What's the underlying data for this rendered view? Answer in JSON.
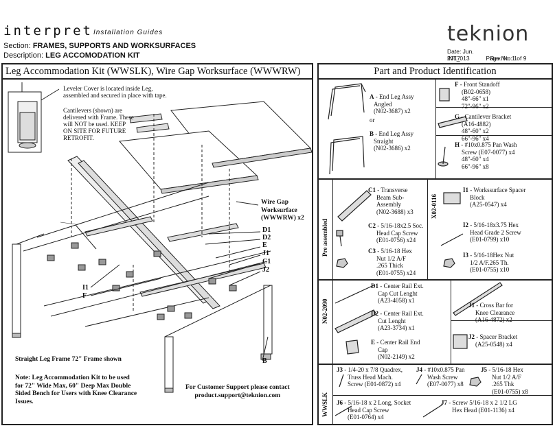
{
  "header": {
    "brand": "interpret",
    "brand_sub": "Installation Guides",
    "section_label": "Section:",
    "section_value": "FRAMES, SUPPORTS AND WORKSURFACES",
    "description_label": "Description:",
    "description_value": "LEG ACCOMODATION KIT",
    "logo": "teknion",
    "date": "Date: Jun. 2017",
    "page": "Page No: 1 of 9",
    "doc_id": "INT_013",
    "rev": "Rev. No: 1"
  },
  "left_panel": {
    "title": "Leg Accommodation Kit (WWSLK), Wire Gap Worksurface (WWWRW)",
    "leveler_note": [
      "Leveler Cover is located inside Leg,",
      "assembled and secured in place with tape."
    ],
    "cantilever_note": [
      "Cantilevers (shown) are",
      "delivered with Frame. These",
      "will NOT be used. KEEP",
      "ON SITE FOR FUTURE",
      "RETROFIT."
    ],
    "wire_gap_label": [
      "Wire Gap",
      "Worksurface",
      "(WWWRW) x2"
    ],
    "callouts": [
      "D1",
      "D2",
      "E",
      "J1",
      "C1",
      "J2",
      "I1",
      "F",
      "B"
    ],
    "frame_shown": "Straight Leg Frame 72\" Frame shown",
    "kit_note": [
      "Note: Leg Accommodation Kit to be used",
      "for 72\" Wide Max, 60\" Deep Max Double",
      "Sided Bench for Users with Knee Clearance",
      "Issues."
    ],
    "support": [
      "For Customer Support please contact",
      "product.support@teknion.com"
    ]
  },
  "right_panel": {
    "title": "Part and Product Identification",
    "parts": {
      "A": [
        "A",
        " - End Leg Assy",
        "Angled",
        "(N02-3687) x2"
      ],
      "or": "or",
      "B": [
        "B",
        " - End Leg Assy",
        "Straight",
        "(N02-3686) x2"
      ],
      "F": [
        "F",
        " - Front Standoff",
        "(B02-0658)",
        "48\"-66\" x1",
        "72\"-96\" x2"
      ],
      "G": [
        "G",
        " - Cantilever Bracket",
        "(A16-4882)",
        "48\"-60\" x2",
        "66\"-96\" x4"
      ],
      "H": [
        "H",
        " - #10x0.875 Pan Wash",
        "Screw (E07-0077) x4",
        "48\"-60\" x4",
        "66\"-96\" x8"
      ],
      "C1": [
        "C1",
        " - Transverse",
        "Beam Sub-",
        "Assembly",
        "(N02-3688) x3"
      ],
      "C2": [
        "C2",
        " - 5/16-18x2.5 Soc.",
        "Head Cap Screw",
        "(E01-0756) x24"
      ],
      "C3": [
        "C3",
        " - 5/16-18 Hex",
        "Nut 1/2 A/F",
        ".265 Thick",
        "(E01-0755) x24"
      ],
      "I1": [
        "I1",
        " - Workssurface Spacer",
        "Block",
        "(A25-0547) x4"
      ],
      "I2": [
        "I2",
        " - 5/16-18x3.75 Hex",
        "Head Grade 2 Screw",
        "(E01-0799) x10"
      ],
      "I3": [
        "I3",
        " - 5/16-18Hex Nut",
        "1/2 A/F.265 Th.",
        "(E01-0755) x10"
      ],
      "D1": [
        "D1",
        " - Center Rail Ext.",
        "Cap Cut Lenght",
        "(A23-4058) x1"
      ],
      "D2": [
        "D2",
        " - Center Rail Ext.",
        "Cut Lenght",
        "(A23-3734) x1"
      ],
      "E": [
        "E",
        " - Center Rail End",
        "Cap",
        "(N02-2149) x2"
      ],
      "J1": [
        "J1",
        " - Cross Bar for",
        "Knee Clearance",
        "(A16-4872) x2"
      ],
      "J2": [
        "J2",
        " - Spacer Bracket",
        "(A25-0548) x4"
      ],
      "J3": [
        "J3",
        " - 1/4-20 x 7/8 Quadrex,",
        "Truss Head Mach.",
        "Screw (E01-0872) x4"
      ],
      "J4": [
        "J4",
        " - #10x0.875 Pan",
        "Wash Screw",
        "(E07-0077) x8"
      ],
      "J5": [
        "J5",
        " - 5/16-18 Hex",
        "Nut 1/2 A/F",
        ".265 Thk",
        "(E01-0755) x8"
      ],
      "J6": [
        "J6",
        " - 5/16-18 x 2 Long, Socket",
        "Head Cap Screw",
        "(E01-0764) x4"
      ],
      "J7": [
        "J7",
        " - Screw 5/16-18 x 2 1/2 LG",
        "Hex Head (E01-1136) x4"
      ]
    },
    "side_tags": [
      "Pre assembled",
      "X02-0116",
      "N02-2090",
      "WWSLK"
    ]
  }
}
